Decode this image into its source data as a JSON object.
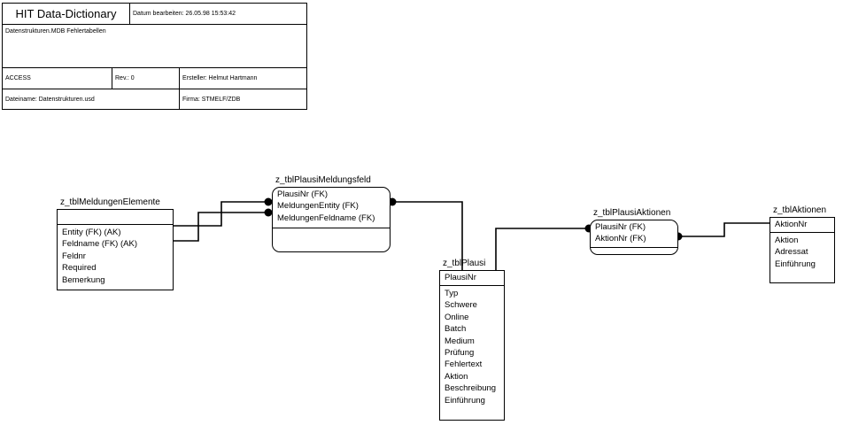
{
  "title_block": {
    "title": "HIT Data-Dictionary",
    "date_label": "Datum bearbeiten: 26.05.98 15:53:42",
    "description": "Datenstrukturen.MDB Fehlertabellen",
    "system": "ACCESS",
    "revision": "Rev.: 0",
    "author": "Ersteller: Helmut Hartmann",
    "filename": "Dateiname: Datenstrukturen.usd",
    "company": "Firma: STMELF/ZDB"
  },
  "entities": [
    {
      "name": "z_tblMeldungenElemente",
      "shape": "rectangle",
      "keys": [],
      "attributes": [
        "Entity (FK) (AK)",
        "Feldname (FK) (AK)",
        "Feldnr",
        "Required",
        "Bemerkung"
      ]
    },
    {
      "name": "z_tblPlausiMeldungsfeld",
      "shape": "rounded",
      "keys": [
        "PlausiNr (FK)",
        "MeldungenEntity (FK)",
        "MeldungenFeldname (FK)"
      ],
      "attributes": []
    },
    {
      "name": "z_tblPlausi",
      "shape": "rectangle",
      "keys": [
        "PlausiNr"
      ],
      "attributes": [
        "Typ",
        "Schwere",
        "Online",
        "Batch",
        "Medium",
        "Prüfung",
        "Fehlertext",
        "Aktion",
        "Beschreibung",
        "Einführung"
      ]
    },
    {
      "name": "z_tblPlausiAktionen",
      "shape": "rounded",
      "keys": [
        "PlausiNr (FK)",
        "AktionNr (FK)"
      ],
      "attributes": []
    },
    {
      "name": "z_tblAktionen",
      "shape": "rectangle",
      "keys": [
        "AktionNr"
      ],
      "attributes": [
        "Aktion",
        "Adressat",
        "Einführung"
      ]
    }
  ],
  "colors": {
    "line": "#000000",
    "background": "#ffffff"
  }
}
